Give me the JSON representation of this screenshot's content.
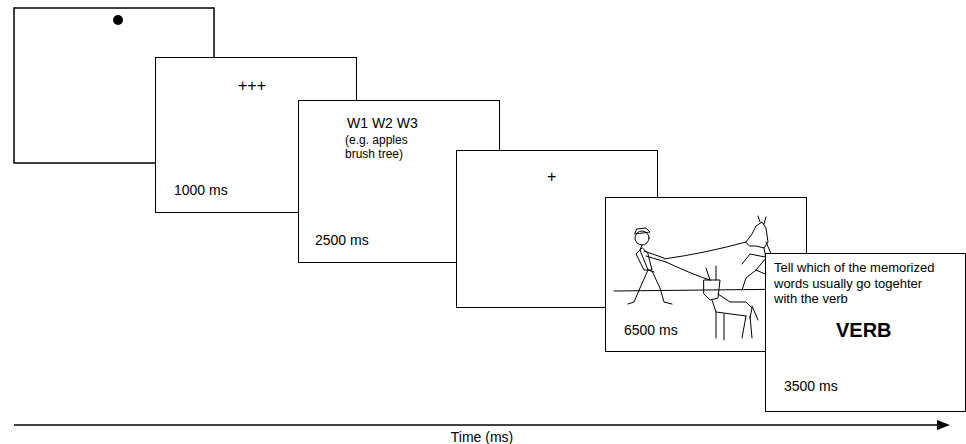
{
  "diagram": {
    "nodes": [
      {
        "text": [
          "+++",
          "1000 ms"
        ]
      },
      {
        "text": [
          "W1 W2 W3",
          "(e.g. apples brush tree)",
          "2500 ms"
        ]
      },
      {
        "text": [
          "+"
        ]
      },
      {
        "text": [
          "6500 ms"
        ]
      },
      {
        "text": [
          "Tell which of the memorized words usually go togehter with the verb",
          "VERB",
          "3500 ms"
        ]
      }
    ],
    "labels": [
      "Time (ms)"
    ]
  }
}
